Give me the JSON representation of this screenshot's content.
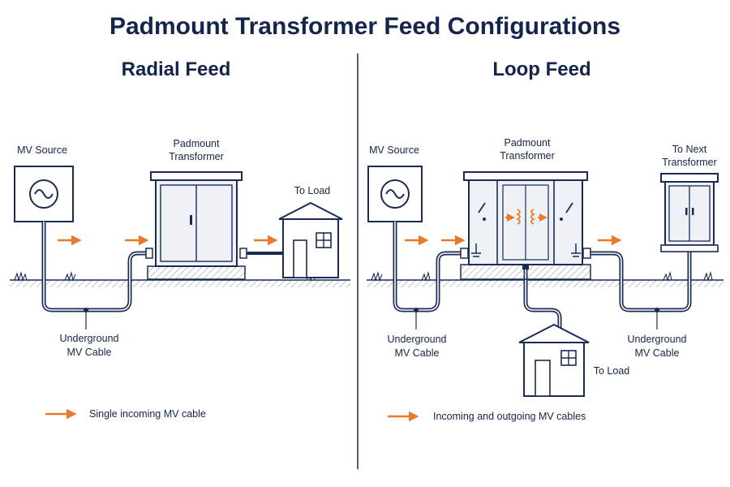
{
  "title": "Padmount Transformer Feed Configurations",
  "colors": {
    "navy": "#1a2b55",
    "orange": "#e8792b",
    "ground": "#8a8f97",
    "pad": "#d9d9d6",
    "cabinet": "#eef1f5"
  },
  "radial": {
    "heading": "Radial Feed",
    "source_label": "MV Source",
    "transformer_label": [
      "Padmount",
      "Transformer"
    ],
    "load_label": "To Load",
    "cable_label": [
      "Underground",
      "MV Cable"
    ],
    "legend": "Single incoming MV cable",
    "source_icon": "ac-sine-icon"
  },
  "loop": {
    "heading": "Loop Feed",
    "source_label": "MV Source",
    "transformer_label": [
      "Padmount",
      "Transformer"
    ],
    "next_label": [
      "To Next",
      "Transformer"
    ],
    "load_label": "To Load",
    "cable_in_label": [
      "Underground",
      "MV Cable"
    ],
    "cable_out_label": [
      "Underground",
      "MV Cable"
    ],
    "legend": "Incoming and outgoing MV cables",
    "source_icon": "ac-sine-icon"
  }
}
